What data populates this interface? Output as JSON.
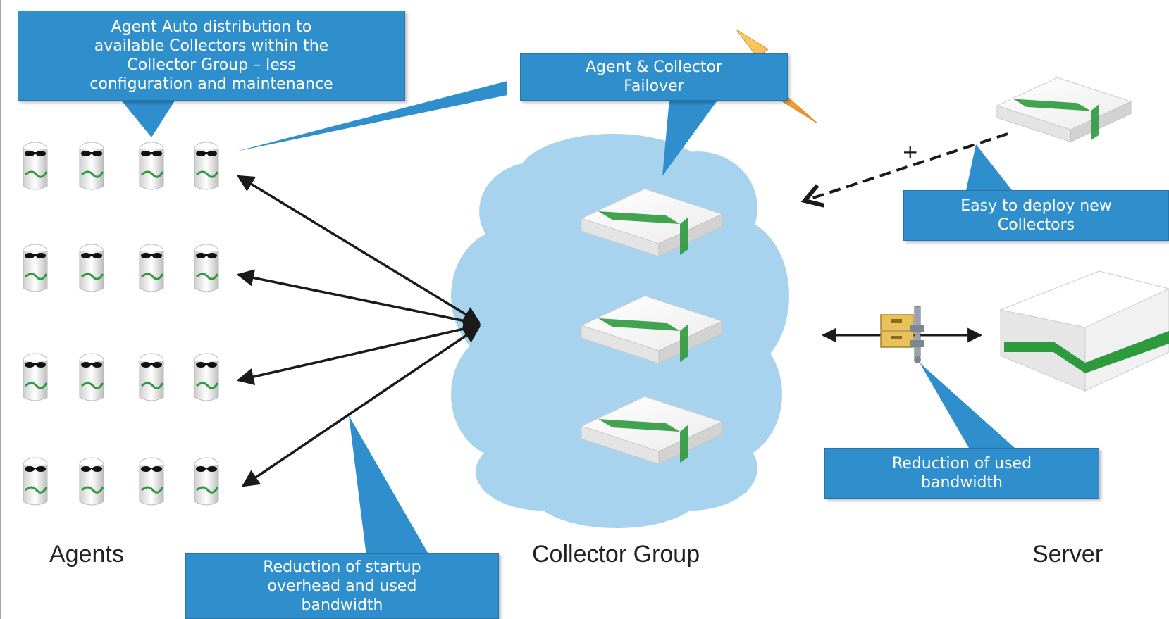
{
  "callouts": {
    "auto_distribution": [
      "Agent Auto distribution to",
      "available Collectors within the",
      "Collector Group – less",
      "configuration and maintenance"
    ],
    "failover": [
      "Agent & Collector",
      "Failover"
    ],
    "easy_deploy": [
      "Easy to deploy new",
      "Collectors"
    ],
    "server_bandwidth": [
      "Reduction of used",
      "bandwidth"
    ],
    "startup_overhead": [
      "Reduction of startup",
      "overhead and used",
      "bandwidth"
    ]
  },
  "labels": {
    "agents": "Agents",
    "collector_group": "Collector Group",
    "server": "Server",
    "plus": "+"
  },
  "icons": {
    "agent": "agent-icon",
    "collector": "collector-appliance-icon",
    "server": "server-appliance-icon",
    "compression": "compression-archive-icon",
    "failover": "lightning-bolt-icon"
  },
  "colors": {
    "callout": "#2f8fcc",
    "cloud": "#a8d3ef",
    "accent_green": "#2e9a3e",
    "bolt": "#f5a623",
    "arrow": "#1a1a1a"
  }
}
